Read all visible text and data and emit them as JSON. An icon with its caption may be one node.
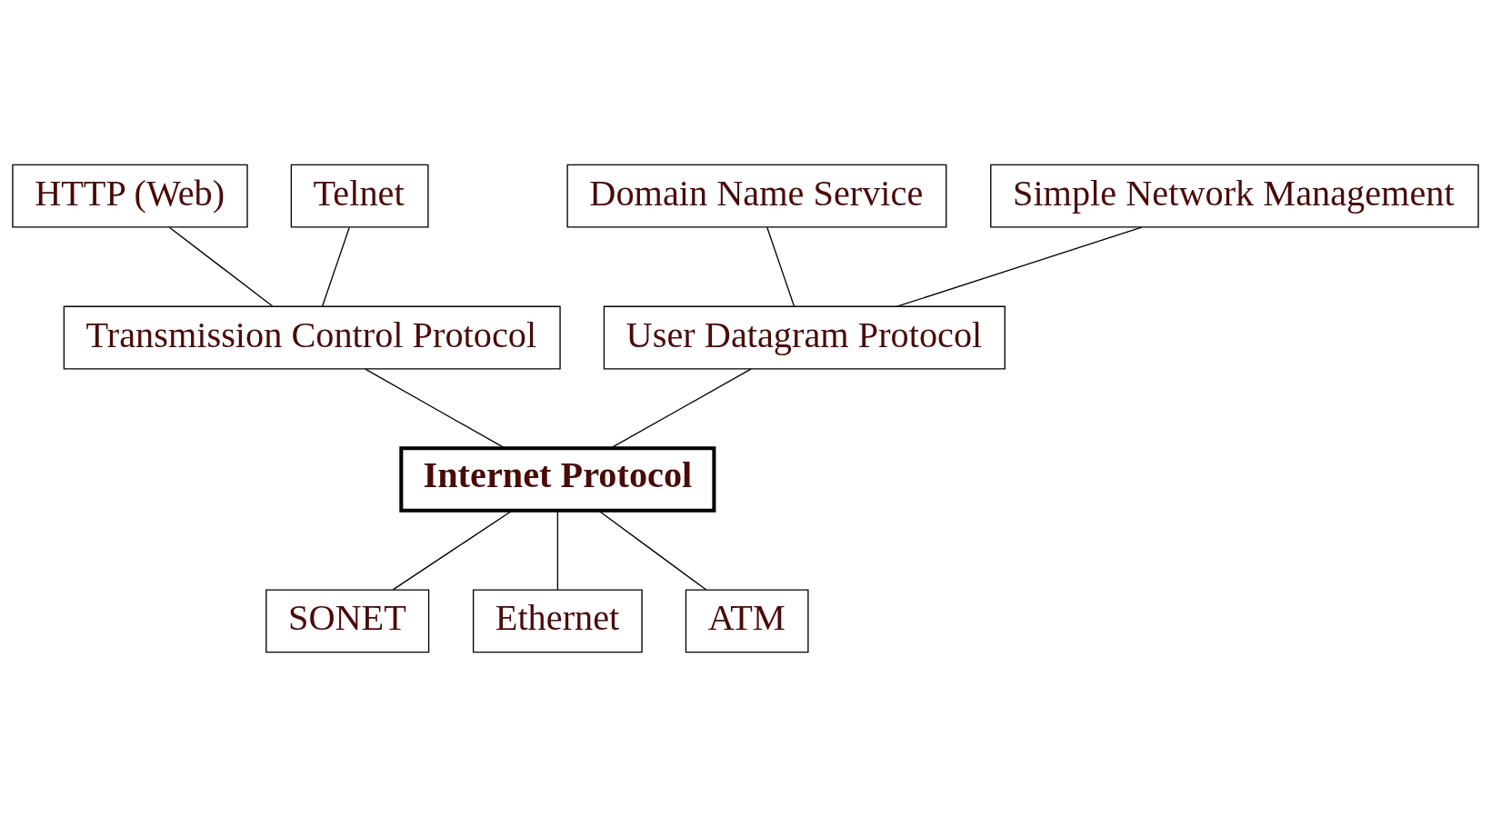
{
  "diagram": {
    "nodes": [
      {
        "text": [
          "HTTP (Web)"
        ]
      },
      {
        "text": [
          "Telnet"
        ]
      },
      {
        "text": [
          "Domain Name Service"
        ]
      },
      {
        "text": [
          "Simple Network Management"
        ]
      },
      {
        "text": [
          "Transmission Control Protocol"
        ]
      },
      {
        "text": [
          "User Datagram Protocol"
        ]
      },
      {
        "text": [
          "Internet Protocol"
        ]
      },
      {
        "text": [
          "SONET"
        ]
      },
      {
        "text": [
          "Ethernet"
        ]
      },
      {
        "text": [
          "ATM"
        ]
      }
    ],
    "edges": [
      {
        "from": 0,
        "to": 4,
        "arrow": "none"
      },
      {
        "from": 1,
        "to": 4,
        "arrow": "none"
      },
      {
        "from": 2,
        "to": 5,
        "arrow": "none"
      },
      {
        "from": 3,
        "to": 5,
        "arrow": "none"
      },
      {
        "from": 4,
        "to": 6,
        "arrow": "none"
      },
      {
        "from": 5,
        "to": 6,
        "arrow": "none"
      },
      {
        "from": 6,
        "to": 7,
        "arrow": "none"
      },
      {
        "from": 6,
        "to": 8,
        "arrow": "none"
      },
      {
        "from": 6,
        "to": 9,
        "arrow": "none"
      }
    ]
  }
}
